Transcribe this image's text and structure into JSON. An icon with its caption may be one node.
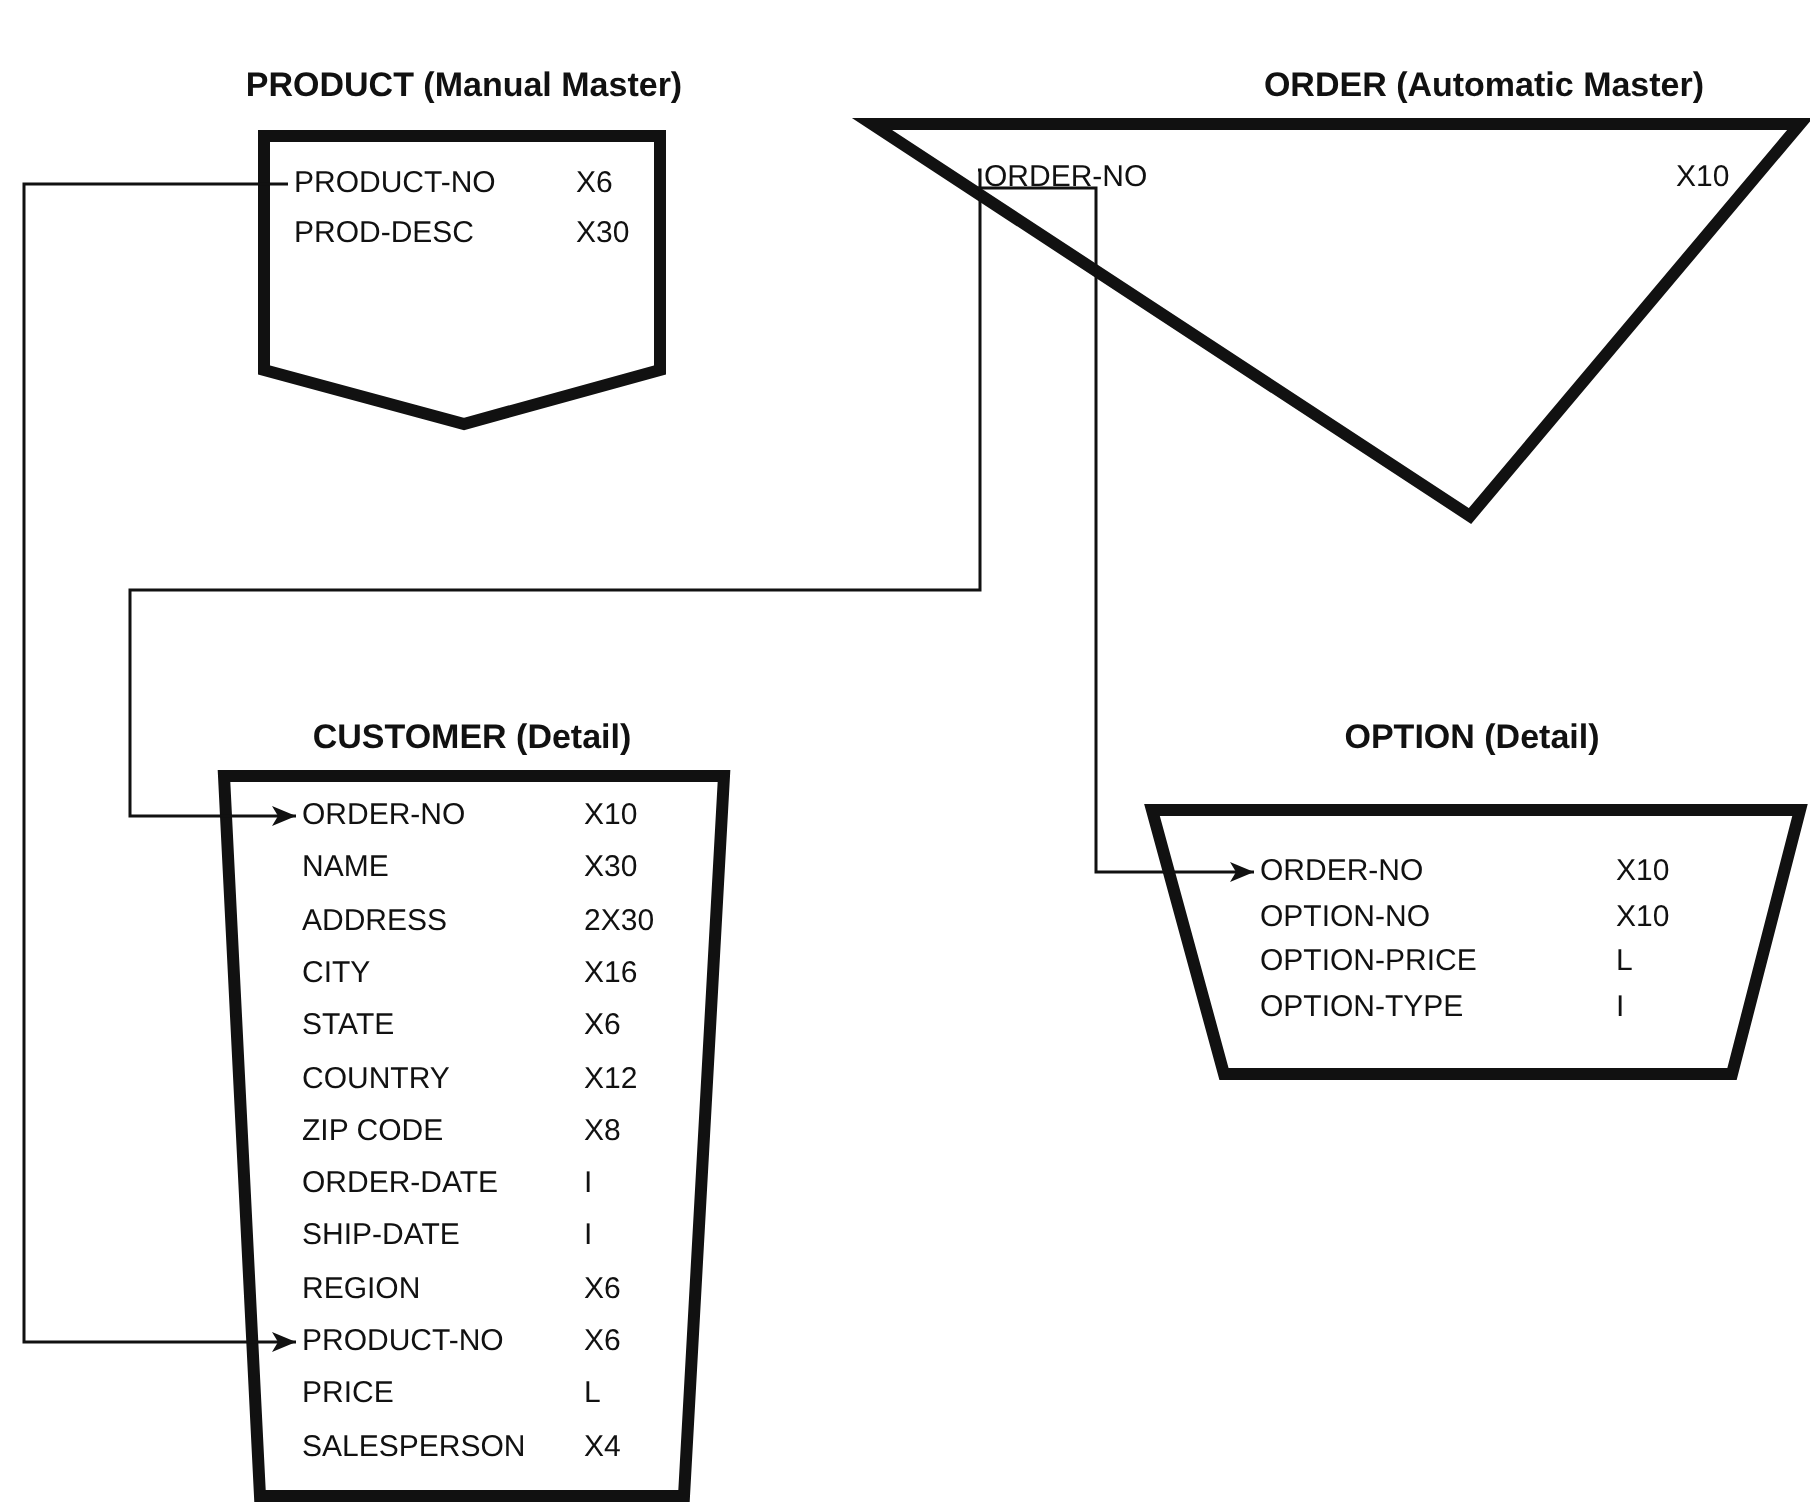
{
  "diagram": {
    "nodes": [
      {
        "text": [
          "PRODUCT (Manual Master)"
        ]
      },
      {
        "text": [
          "PRODUCT-NO",
          "X6"
        ],
        "in": 0
      },
      {
        "text": [
          "PROD-DESC",
          "X30"
        ],
        "in": 0
      },
      {
        "text": [
          "ORDER (Automatic Master)"
        ]
      },
      {
        "text": [
          "ORDER-NO",
          "X10"
        ],
        "in": 3
      },
      {
        "text": [
          "CUSTOMER (Detail)"
        ]
      },
      {
        "text": [
          "ORDER-NO",
          "X10"
        ],
        "in": 5
      },
      {
        "text": [
          "NAME",
          "X30"
        ],
        "in": 5
      },
      {
        "text": [
          "ADDRESS",
          "2X30"
        ],
        "in": 5
      },
      {
        "text": [
          "CITY",
          "X16"
        ],
        "in": 5
      },
      {
        "text": [
          "STATE",
          "X6"
        ],
        "in": 5
      },
      {
        "text": [
          "COUNTRY",
          "X12"
        ],
        "in": 5
      },
      {
        "text": [
          "ZIP CODE",
          "X8"
        ],
        "in": 5
      },
      {
        "text": [
          "ORDER-DATE",
          "I"
        ],
        "in": 5
      },
      {
        "text": [
          "SHIP-DATE",
          "I"
        ],
        "in": 5
      },
      {
        "text": [
          "REGION",
          "X6"
        ],
        "in": 5
      },
      {
        "text": [
          "PRODUCT-NO",
          "X6"
        ],
        "in": 5
      },
      {
        "text": [
          "PRICE",
          "L"
        ],
        "in": 5
      },
      {
        "text": [
          "SALESPERSON",
          "X4"
        ],
        "in": 5
      },
      {
        "text": [
          "OPTION (Detail)"
        ]
      },
      {
        "text": [
          "ORDER-NO",
          "X10"
        ],
        "in": 19
      },
      {
        "text": [
          "OPTION-NO",
          "X10"
        ],
        "in": 19
      },
      {
        "text": [
          "OPTION-PRICE",
          "L"
        ],
        "in": 19
      },
      {
        "text": [
          "OPTION-TYPE",
          "I"
        ],
        "in": 19
      }
    ],
    "edges": [
      {
        "from": 1,
        "to": 16,
        "arrow": "to"
      },
      {
        "from": 4,
        "to": 6,
        "arrow": "to"
      },
      {
        "from": 4,
        "to": 20,
        "arrow": "to"
      }
    ]
  }
}
